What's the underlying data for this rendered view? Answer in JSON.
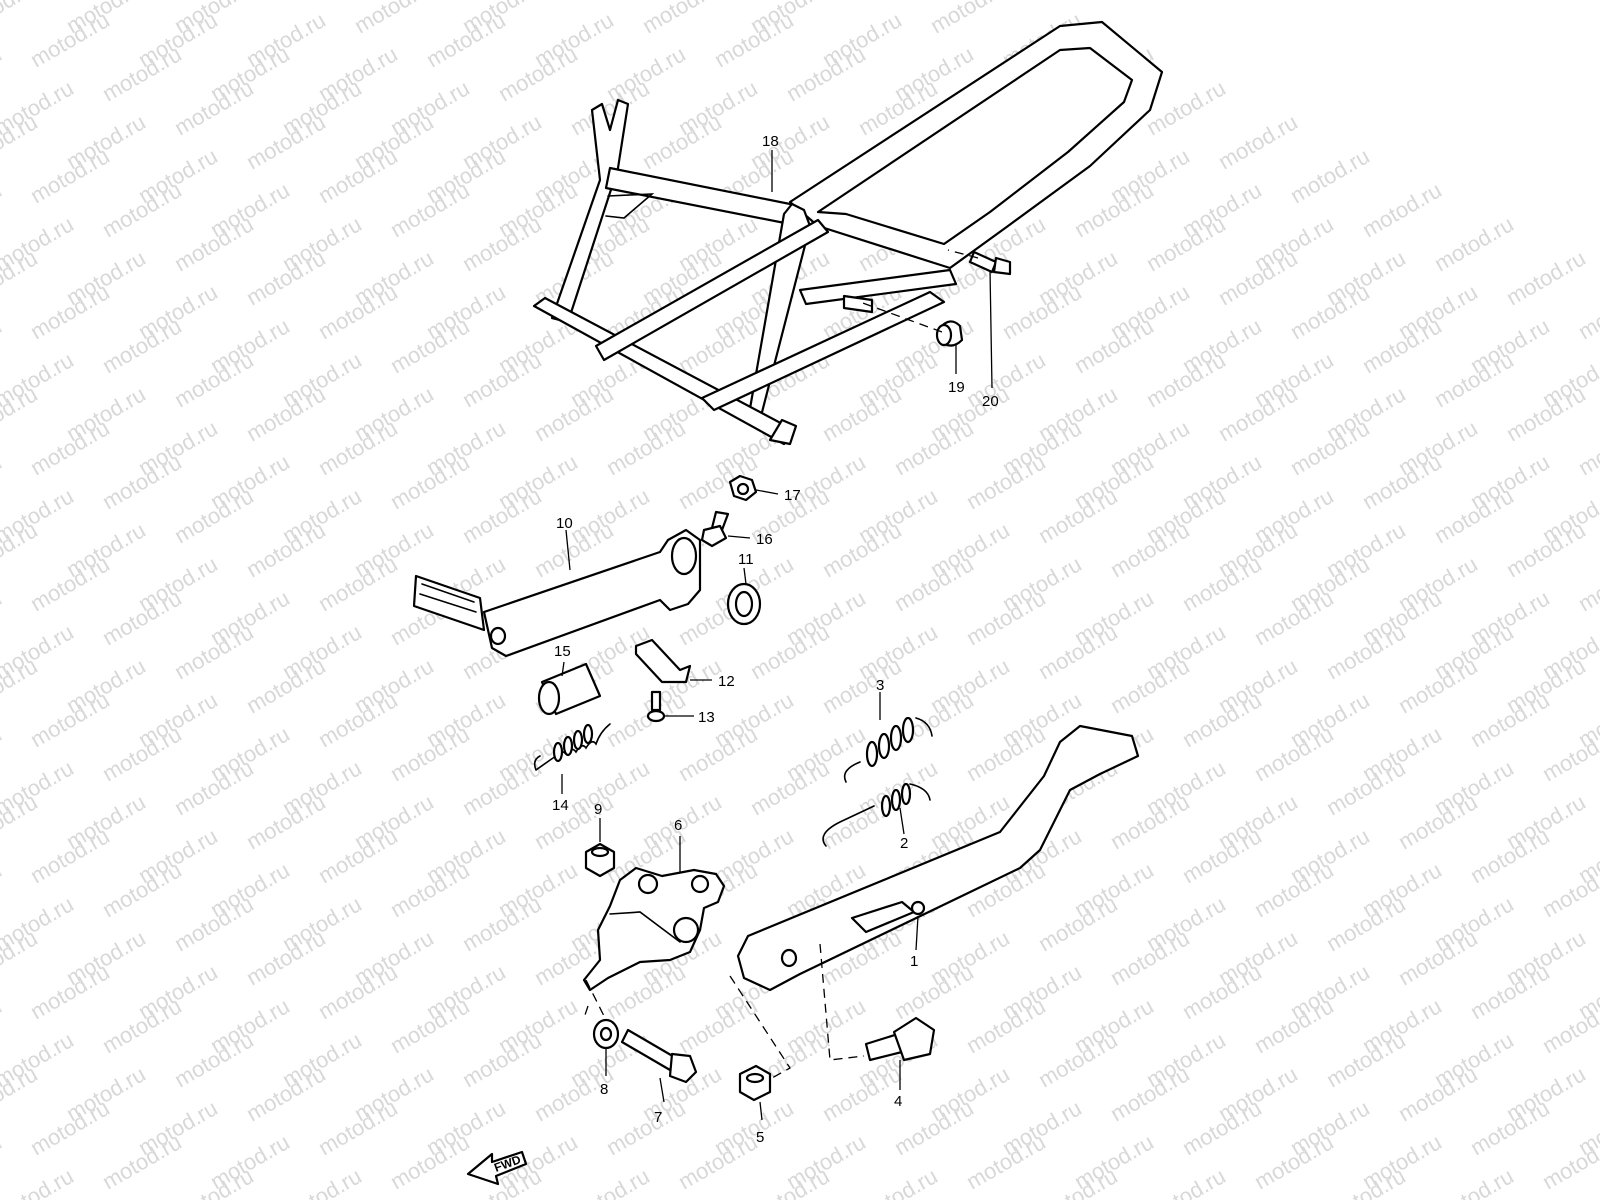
{
  "watermark": "motod.ru",
  "fwd_label": "FWD",
  "parts": [
    {
      "id": "18",
      "label": "18",
      "name": "stand frame"
    },
    {
      "id": "19",
      "label": "19",
      "name": "cushion"
    },
    {
      "id": "20",
      "label": "20",
      "name": "bolt"
    },
    {
      "id": "17",
      "label": "17",
      "name": "nut"
    },
    {
      "id": "16",
      "label": "16",
      "name": "bolt"
    },
    {
      "id": "10",
      "label": "10",
      "name": "lever"
    },
    {
      "id": "11",
      "label": "11",
      "name": "washer"
    },
    {
      "id": "15",
      "label": "15",
      "name": "collar"
    },
    {
      "id": "12",
      "label": "12",
      "name": "bracket"
    },
    {
      "id": "13",
      "label": "13",
      "name": "screw"
    },
    {
      "id": "14",
      "label": "14",
      "name": "spring"
    },
    {
      "id": "3",
      "label": "3",
      "name": "spring"
    },
    {
      "id": "2",
      "label": "2",
      "name": "spring"
    },
    {
      "id": "9",
      "label": "9",
      "name": "nut"
    },
    {
      "id": "6",
      "label": "6",
      "name": "bracket"
    },
    {
      "id": "1",
      "label": "1",
      "name": "side stand"
    },
    {
      "id": "8",
      "label": "8",
      "name": "washer"
    },
    {
      "id": "7",
      "label": "7",
      "name": "bolt"
    },
    {
      "id": "5",
      "label": "5",
      "name": "nut"
    },
    {
      "id": "4",
      "label": "4",
      "name": "bolt"
    }
  ]
}
